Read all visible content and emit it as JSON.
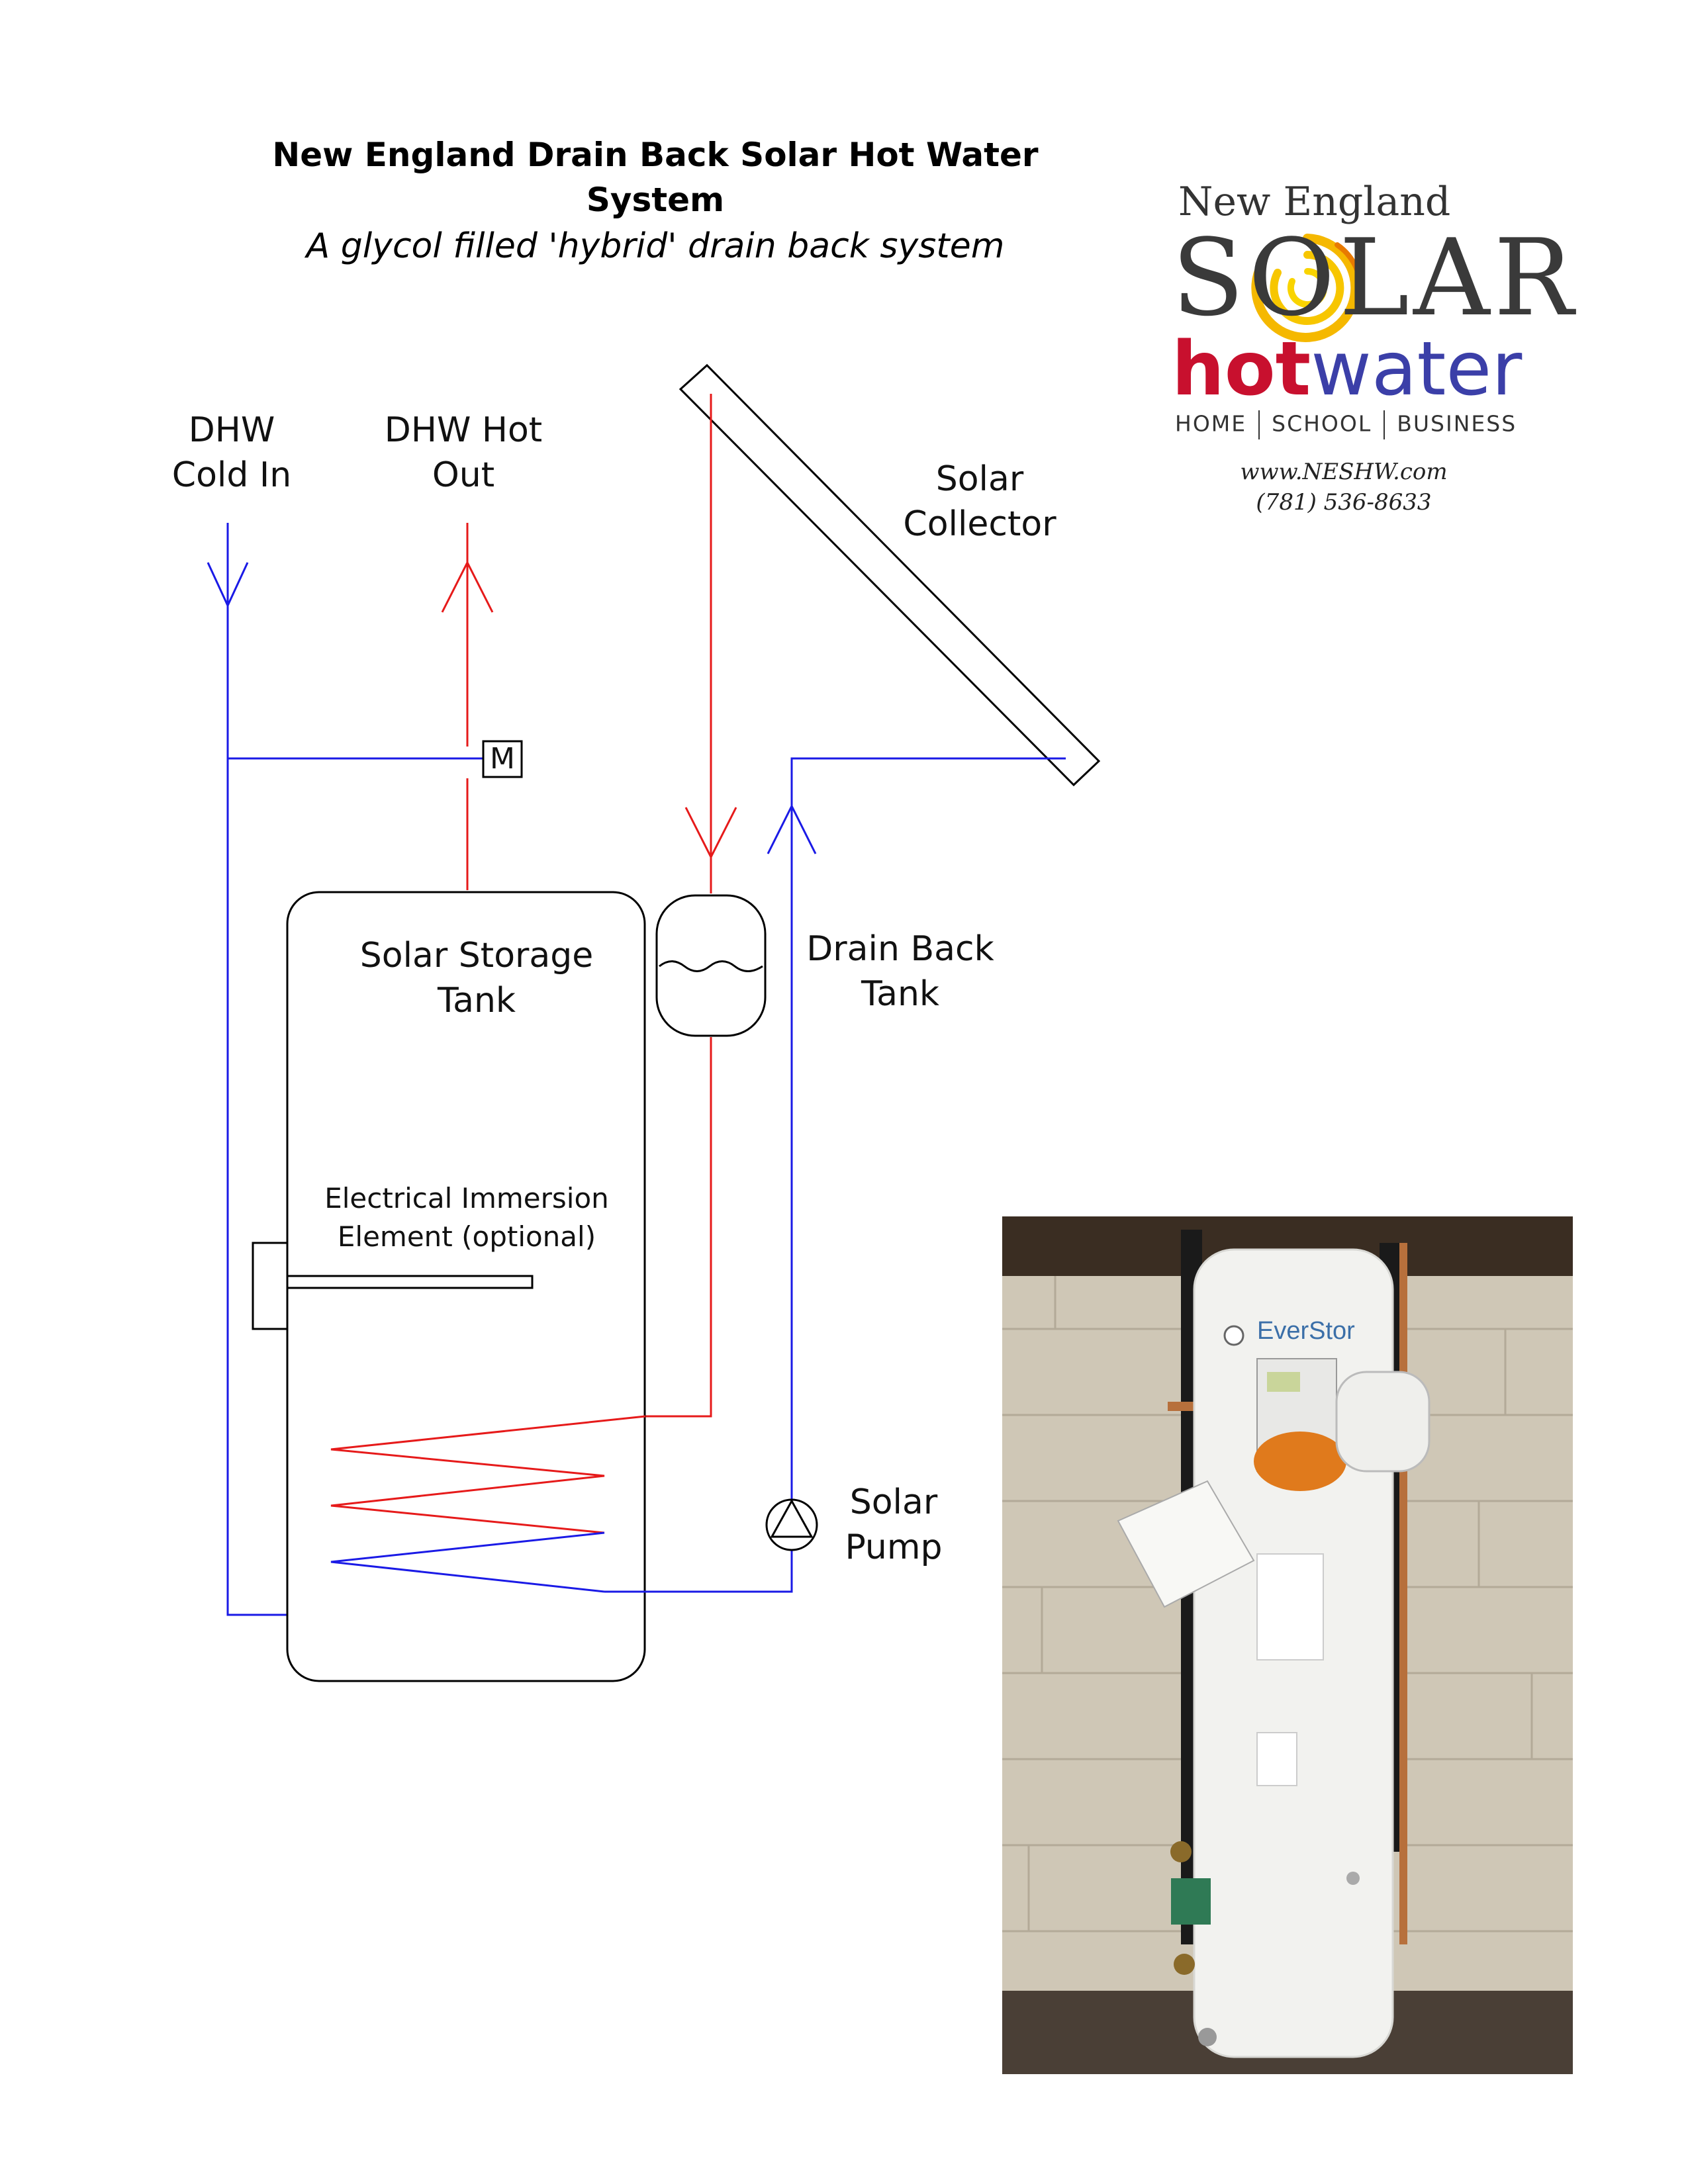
{
  "title": {
    "main": "New England Drain Back Solar Hot Water System",
    "subtitle": "A glycol filled 'hybrid' drain  back system"
  },
  "labels": {
    "dhw_cold_in": [
      "DHW",
      "Cold In"
    ],
    "dhw_hot_out": [
      "DHW Hot",
      "Out"
    ],
    "solar_collector": [
      "Solar",
      "Collector"
    ],
    "solar_storage_tank": [
      "Solar Storage",
      "Tank"
    ],
    "drain_back_tank": [
      "Drain Back",
      "Tank"
    ],
    "immersion_element": [
      "Electrical Immersion",
      "Element (optional)"
    ],
    "solar_pump": [
      "Solar",
      "Pump"
    ],
    "mixing_valve": "M"
  },
  "logo": {
    "line1": "New England",
    "line2": "SOLAR",
    "hot": "hot",
    "water": "water",
    "tagline": [
      "HOME",
      "SCHOOL",
      "BUSINESS"
    ],
    "website": "www.NESHW.com",
    "phone": "(781) 536-8633"
  },
  "photo": {
    "brand_label": "EverStor"
  },
  "colors": {
    "cold_line": "#1a1ae6",
    "hot_line": "#e61a1a",
    "outline": "#000000",
    "logo_red": "#c8102e",
    "logo_blue": "#3b3fa8",
    "sun_yellow": "#f5b800"
  }
}
